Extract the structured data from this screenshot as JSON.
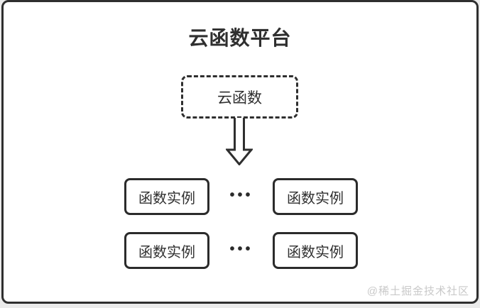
{
  "diagram": {
    "title": "云函数平台",
    "cloud_function": {
      "label": "云函数"
    },
    "instance_rows": [
      {
        "left_label": "函数实例",
        "dots": "•••",
        "right_label": "函数实例"
      },
      {
        "left_label": "函数实例",
        "dots": "•••",
        "right_label": "函数实例"
      }
    ],
    "watermark": "@稀土掘金技术社区",
    "colors": {
      "border": "#2f2f2f",
      "text": "#2f2f2f",
      "watermark": "#c9c9c9",
      "card_background": "#ffffff",
      "page_background": "#ebebeb"
    }
  }
}
